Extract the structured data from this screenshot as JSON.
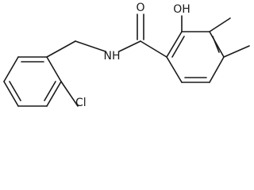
{
  "molecule": {
    "atoms": {
      "oxygen_carbonyl": "O",
      "oxygen_hydroxyl": "OH",
      "nitrogen": "NH",
      "chlorine": "Cl"
    }
  }
}
